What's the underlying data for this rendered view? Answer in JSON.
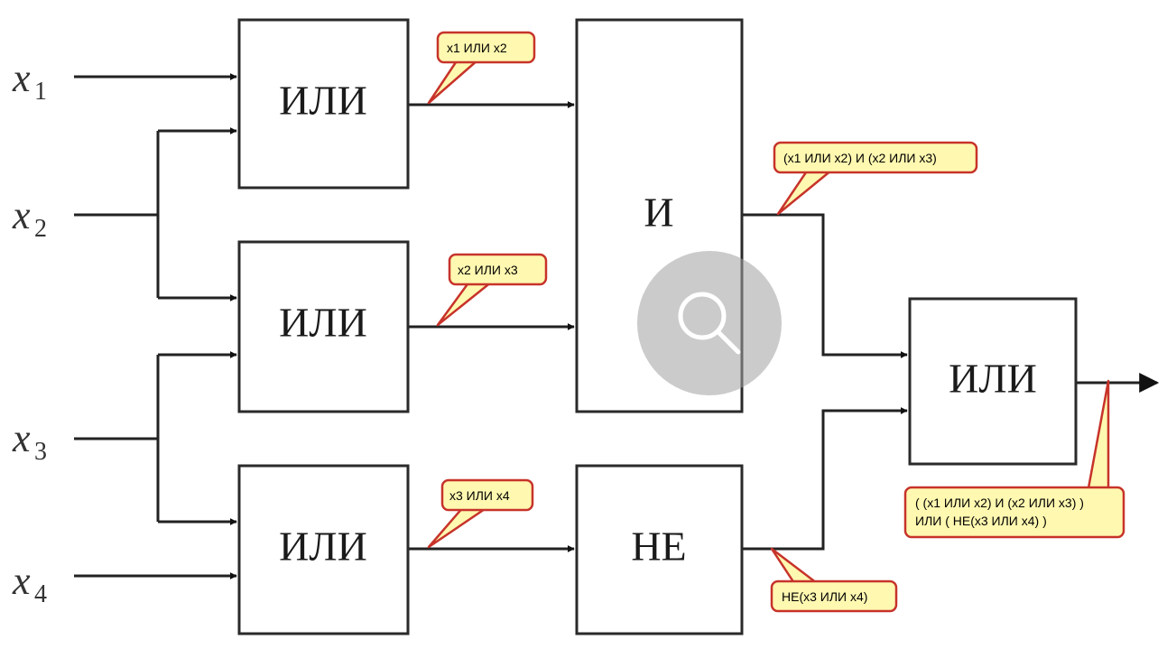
{
  "inputs": {
    "x1": {
      "var": "x",
      "sub": "1"
    },
    "x2": {
      "var": "x",
      "sub": "2"
    },
    "x3": {
      "var": "x",
      "sub": "3"
    },
    "x4": {
      "var": "x",
      "sub": "4"
    }
  },
  "gates": {
    "or1": "ИЛИ",
    "or2": "ИЛИ",
    "or3": "ИЛИ",
    "and": "И",
    "not": "НЕ",
    "or_final": "ИЛИ"
  },
  "callouts": {
    "c1": [
      "x1 ИЛИ x2"
    ],
    "c2": [
      "x2 ИЛИ x3"
    ],
    "c3": [
      "x3 ИЛИ x4"
    ],
    "c4": [
      "(x1 ИЛИ x2) И (x2 ИЛИ x3)"
    ],
    "c5": [
      "НЕ(x3 ИЛИ x4)"
    ],
    "c6": [
      "( (x1 ИЛИ x2) И (x2 ИЛИ x3) )",
      "ИЛИ ( НЕ(x3 ИЛИ x4) )"
    ]
  },
  "colors": {
    "callout_fill": "#fff8b0",
    "callout_border": "#c7332a"
  }
}
